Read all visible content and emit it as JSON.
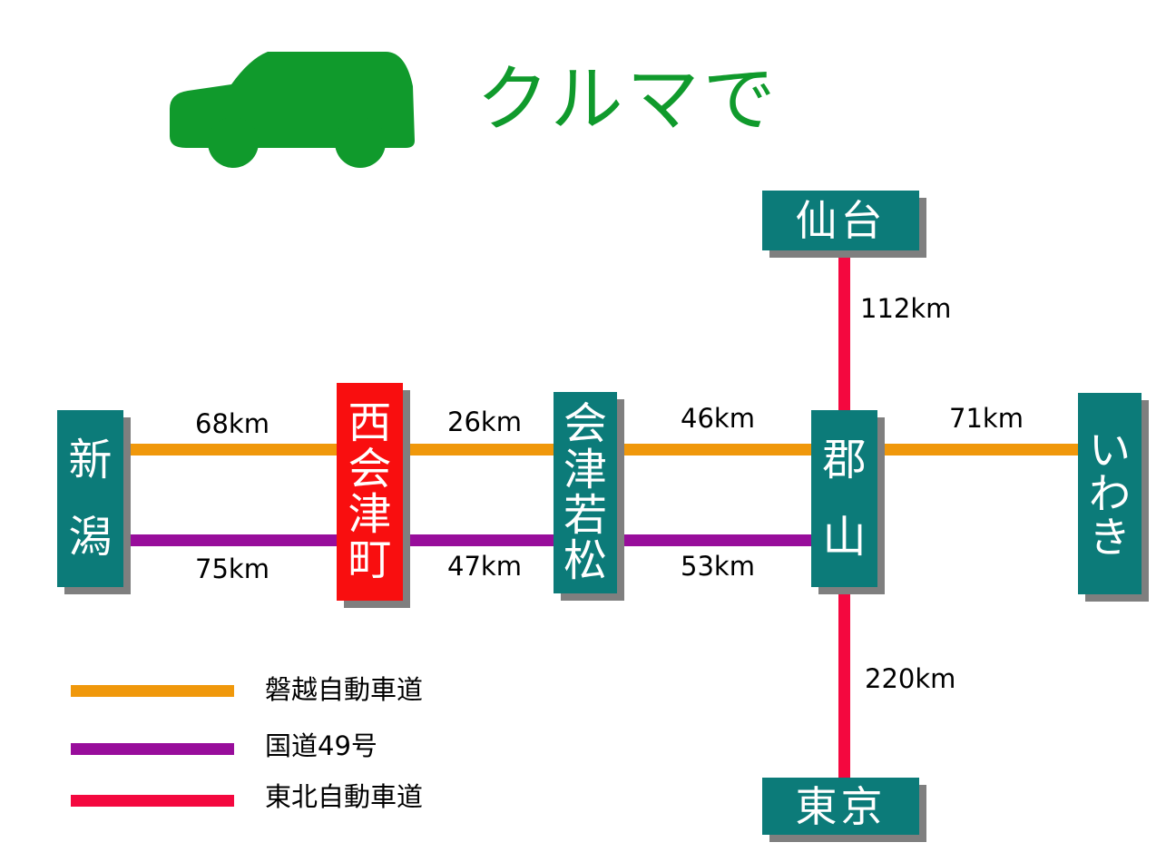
{
  "title": "クルマで",
  "colors": {
    "title_green": "#109a2c",
    "box_teal": "#0c7b79",
    "box_highlight": "#f90e0f",
    "banetsu": "#f0980b",
    "route49": "#980d9b",
    "tohoku": "#f4083f"
  },
  "icon": "car-icon",
  "nodes": {
    "niigata": [
      "新",
      "潟"
    ],
    "nishiaizu": [
      "西",
      "会",
      "津",
      "町"
    ],
    "aizuwakamatsu": [
      "会",
      "津",
      "若",
      "松"
    ],
    "koriyama": [
      "郡",
      "山"
    ],
    "iwaki": [
      "い",
      "わ",
      "き"
    ],
    "sendai": "仙台",
    "tokyo": "東京"
  },
  "distances": {
    "niigata_nishiaizu_banetsu": "68km",
    "niigata_nishiaizu_r49": "75km",
    "nishiaizu_aizu_banetsu": "26km",
    "nishiaizu_aizu_r49": "47km",
    "aizu_koriyama_banetsu": "46km",
    "aizu_koriyama_r49": "53km",
    "koriyama_iwaki_banetsu": "71km",
    "koriyama_sendai_tohoku": "112km",
    "koriyama_tokyo_tohoku": "220km"
  },
  "legend": [
    {
      "label": "磐越自動車道",
      "color": "#f0980b"
    },
    {
      "label": "国道49号",
      "color": "#980d9b"
    },
    {
      "label": "東北自動車道",
      "color": "#f4083f"
    }
  ]
}
